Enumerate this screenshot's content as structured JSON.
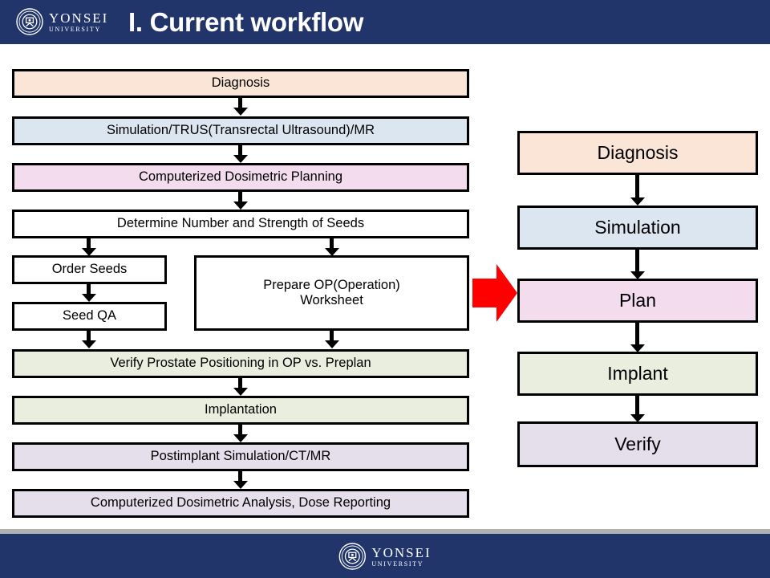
{
  "header": {
    "title": "I. Current workflow",
    "logo": {
      "line1": "YONSEI",
      "line2": "UNIVERSITY",
      "icon": "yonsei-seal-icon"
    },
    "bg_color": "#22356B"
  },
  "footer": {
    "logo": {
      "line1": "YONSEI",
      "line2": "UNIVERSITY",
      "icon": "yonsei-seal-icon"
    },
    "bg_color": "#22356B",
    "rule_color": "#B2B2B2"
  },
  "colors": {
    "peach": "#FBE5D6",
    "blue": "#DCE6F1",
    "pink": "#F2DCEE",
    "green": "#EAEEDF",
    "lavender": "#E5DFEC",
    "white": "#FFFFFF",
    "border": "#000000",
    "red_arrow": "#FF0000"
  },
  "left_flow": {
    "title": "current-workflow-detailed",
    "steps": [
      {
        "label": "Diagnosis",
        "color": "#FBE5D6"
      },
      {
        "label": "Simulation/TRUS(Transrectal Ultrasound)/MR",
        "color": "#DCE6F1"
      },
      {
        "label": "Computerized Dosimetric Planning",
        "color": "#F2DCEE"
      },
      {
        "label": "Determine Number and Strength of Seeds",
        "color": "#FFFFFF"
      },
      {
        "label": "Order Seeds",
        "color": "#FFFFFF"
      },
      {
        "label": "Seed QA",
        "color": "#FFFFFF"
      },
      {
        "label": "Prepare OP(Operation) Worksheet",
        "color": "#FFFFFF"
      },
      {
        "label": "Verify Prostate Positioning in OP vs. Preplan",
        "color": "#EAEEDF"
      },
      {
        "label": "Implantation",
        "color": "#EAEEDF"
      },
      {
        "label": "Postimplant Simulation/CT/MR",
        "color": "#E5DFEC"
      },
      {
        "label": "Computerized Dosimetric Analysis, Dose Reporting",
        "color": "#E5DFEC"
      }
    ]
  },
  "right_flow": {
    "title": "current-workflow-summary",
    "steps": [
      {
        "label": "Diagnosis",
        "color": "#FBE5D6"
      },
      {
        "label": "Simulation",
        "color": "#DCE6F1"
      },
      {
        "label": "Plan",
        "color": "#F2DCEE"
      },
      {
        "label": "Implant",
        "color": "#EAEEDF"
      },
      {
        "label": "Verify",
        "color": "#E5DFEC"
      }
    ]
  },
  "transition": {
    "icon": "red-right-arrow-icon",
    "color": "#FF0000"
  }
}
